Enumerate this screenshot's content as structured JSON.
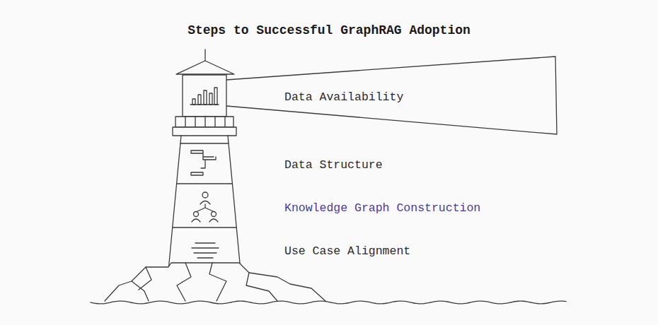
{
  "diagram": {
    "title": "Steps to Successful GraphRAG Adoption",
    "labels": [
      "Data Availability",
      "Data Structure",
      "Knowledge Graph Construction",
      "Use Case Alignment"
    ]
  }
}
